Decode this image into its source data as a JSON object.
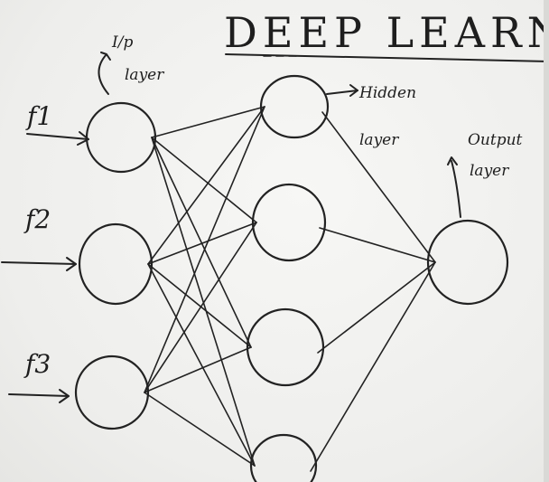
{
  "title": "DEEP LEARNIN",
  "features": [
    "f1",
    "f2",
    "f3"
  ],
  "labels": {
    "input_layer_line1": "I/p",
    "input_layer_line2": "layer",
    "hidden_layer_line1": "Hidden",
    "hidden_layer_line2": "layer",
    "output_layer_line1": "Output",
    "output_layer_line2": "layer"
  },
  "network": {
    "input_nodes": 3,
    "hidden_nodes": 4,
    "output_nodes": 1
  },
  "colors": {
    "ink": "#222222",
    "board": "#f2f2f0"
  }
}
